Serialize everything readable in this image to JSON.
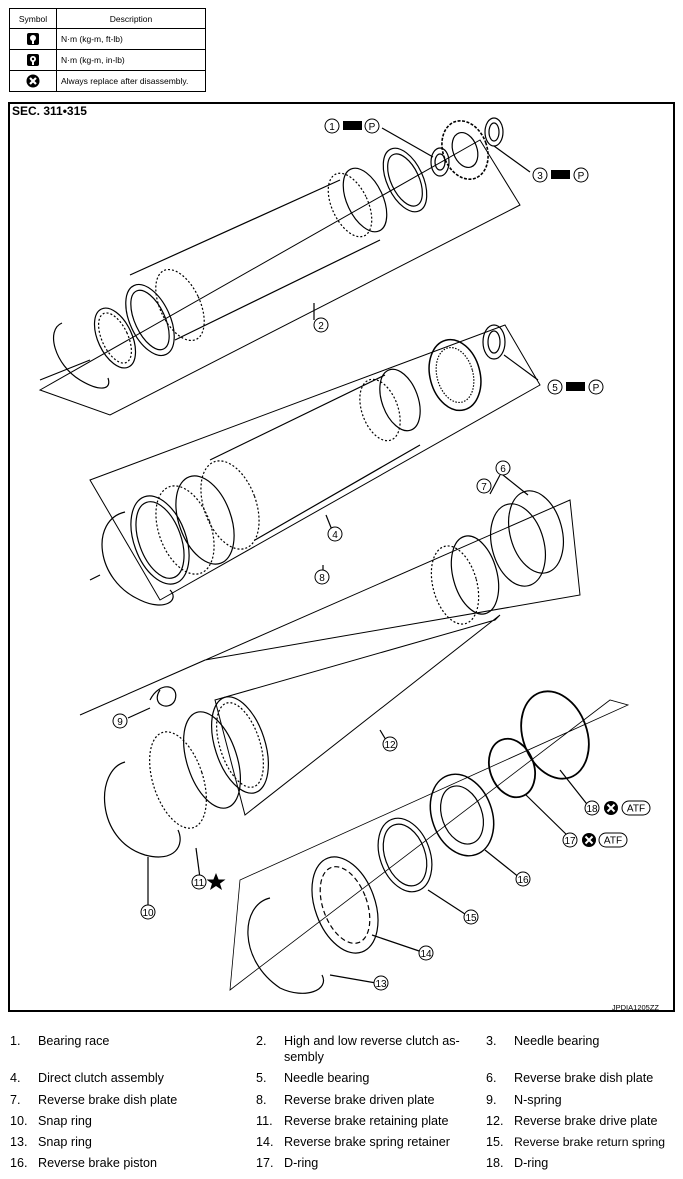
{
  "legend": {
    "header_symbol": "Symbol",
    "header_description": "Description",
    "rows": [
      {
        "icon": "torque-wrench-icon",
        "text": "N·m (kg-m, ft-lb)"
      },
      {
        "icon": "torque-wrench-small-icon",
        "text": "N·m (kg-m, in-lb)"
      },
      {
        "icon": "replace-icon",
        "text": "Always replace after disassembly."
      }
    ]
  },
  "diagram": {
    "section": "SEC. 311•315",
    "figure_code": "JPDIA1205ZZ",
    "atf_label": "ATF",
    "petroleum_label": "P",
    "callouts": [
      "1",
      "2",
      "3",
      "4",
      "5",
      "6",
      "7",
      "8",
      "9",
      "10",
      "11",
      "12",
      "13",
      "14",
      "15",
      "16",
      "17",
      "18"
    ]
  },
  "parts": [
    {
      "num": "1.",
      "name": "Bearing race"
    },
    {
      "num": "2.",
      "name": "High and low reverse clutch as-\nsembly"
    },
    {
      "num": "3.",
      "name": "Needle bearing"
    },
    {
      "num": "4.",
      "name": "Direct clutch assembly"
    },
    {
      "num": "5.",
      "name": "Needle bearing"
    },
    {
      "num": "6.",
      "name": "Reverse brake dish plate"
    },
    {
      "num": "7.",
      "name": "Reverse brake dish plate"
    },
    {
      "num": "8.",
      "name": "Reverse brake driven plate"
    },
    {
      "num": "9.",
      "name": "N-spring"
    },
    {
      "num": "10.",
      "name": "Snap ring"
    },
    {
      "num": "11.",
      "name": "Reverse brake retaining plate"
    },
    {
      "num": "12.",
      "name": "Reverse brake drive plate"
    },
    {
      "num": "13.",
      "name": "Snap ring"
    },
    {
      "num": "14.",
      "name": "Reverse brake spring retainer"
    },
    {
      "num": "15.",
      "name": "Reverse brake return spring"
    },
    {
      "num": "16.",
      "name": "Reverse brake piston"
    },
    {
      "num": "17.",
      "name": "D-ring"
    },
    {
      "num": "18.",
      "name": "D-ring"
    }
  ]
}
